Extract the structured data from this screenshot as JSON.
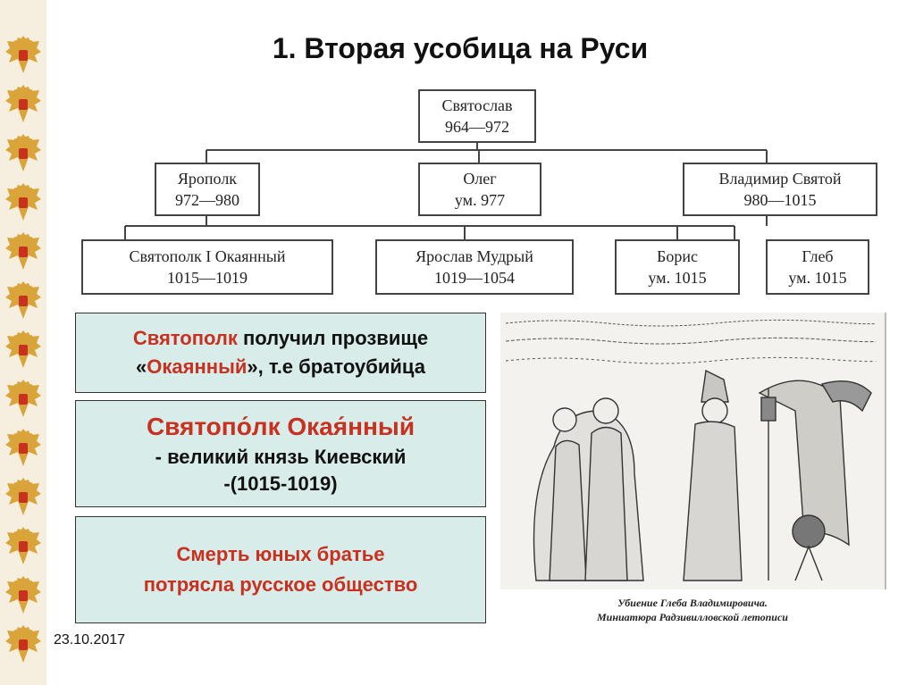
{
  "title": "1. Вторая усобица на Руси",
  "tree": {
    "root": {
      "name": "Святослав",
      "years": "964—972"
    },
    "level2": [
      {
        "name": "Ярополк",
        "years": "972—980"
      },
      {
        "name": "Олег",
        "years": "ум. 977"
      },
      {
        "name": "Владимир Святой",
        "years": "980—1015"
      }
    ],
    "level3": [
      {
        "name": "Святополк I Окаянный",
        "years": "1015—1019"
      },
      {
        "name": "Ярослав Мудрый",
        "years": "1019—1054"
      },
      {
        "name": "Борис",
        "years": "ум. 1015"
      },
      {
        "name": "Глеб",
        "years": "ум. 1015"
      }
    ]
  },
  "box1": {
    "line1_red": "Святополк",
    "line1_rest": " получил прозвище",
    "line2_open": "«",
    "line2_red": "Окаянный",
    "line2_rest": "», т.е братоубийца"
  },
  "box2": {
    "heading": "Святопо́лк Окая́нный",
    "line1": "- великий князь Киевский",
    "line2": "-(1015-1019)"
  },
  "box3": {
    "line1": "Смерть юных братье",
    "line2": "потрясла русское  общество"
  },
  "illustration": {
    "caption1": "Убиение Глеба Владимировича.",
    "caption2": "Миниатюра Радзивилловской летописи"
  },
  "date": "23.10.2017",
  "colors": {
    "accent_red": "#c8301f",
    "box_bg": "#d8ecea",
    "stripe": "#f6efdf",
    "eagle_red": "#c8301f",
    "eagle_gold": "#d9a43a"
  }
}
